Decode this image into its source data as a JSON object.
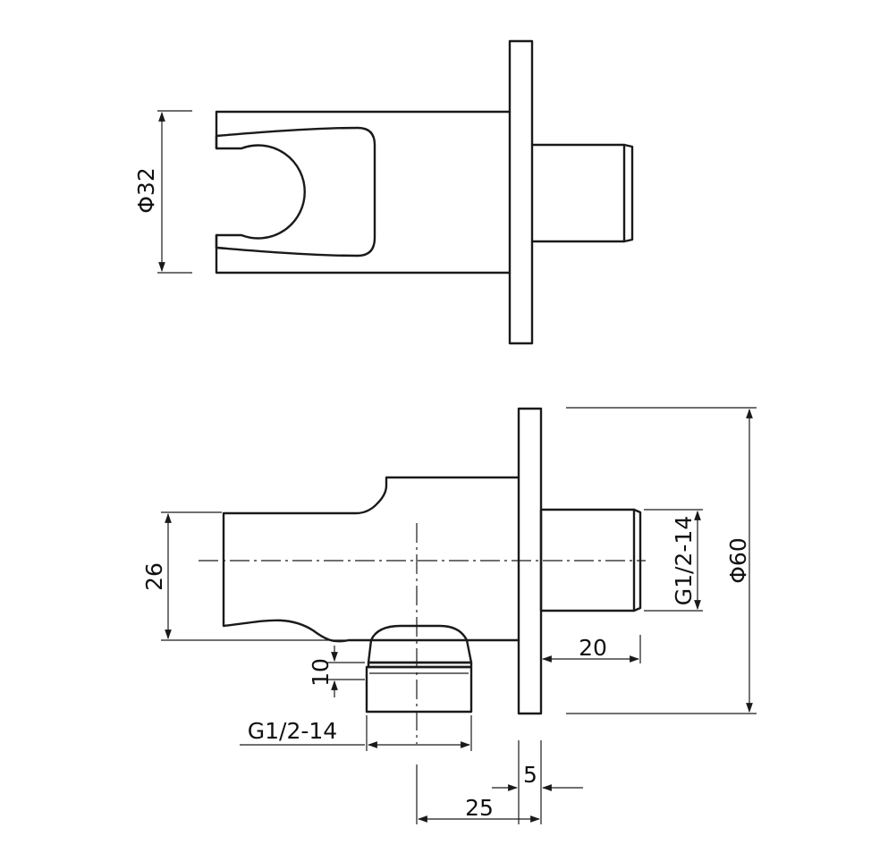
{
  "drawing": {
    "line_color": "#1a1a1a",
    "background": "#ffffff"
  },
  "dimensions": {
    "top_view_diameter": "Φ32",
    "side_height": "26",
    "thread_right": "G1/2-14",
    "flange_diameter": "Φ60",
    "thread_length": "20",
    "outlet_height": "10",
    "thread_bottom": "G1/2-14",
    "flange_thickness": "5",
    "outlet_offset": "25"
  }
}
